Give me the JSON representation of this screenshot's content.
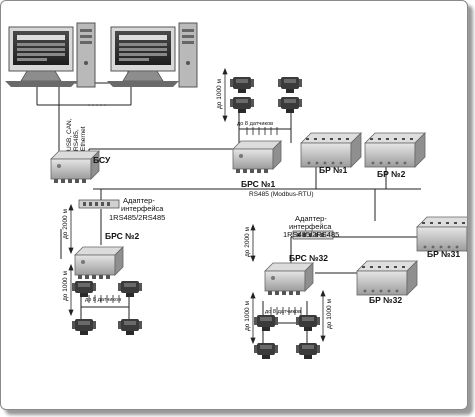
{
  "labels": {
    "bsu": "БСУ",
    "brs1": "БРС №1",
    "br1": "БР №1",
    "br2": "БР №2",
    "brs2": "БРС №2",
    "brs32": "БРС №32",
    "br31": "БР №31",
    "br32": "БР №32",
    "bus": "RS485 (Modbus-RTU)",
    "conn_usb_can": "USB, CAN,",
    "conn_rs485": "RS485,",
    "conn_ethernet": "Ethernet",
    "adapter1_line1": "Адаптер-",
    "adapter1_line2": "интерфейса",
    "adapter1_line3": "1RS485/2RS485",
    "adapter2_line1": "Адаптер-",
    "adapter2_line2": "интерфейса",
    "adapter2_line3": "1RS485/2RS485",
    "up_to_8_a": "до 8 датчиков",
    "up_to_8_b": "до 8 датчиков",
    "up_to_8_c": "до 8 датчиков",
    "d1000_a": "до 1000 м",
    "d1000_b": "до 1000 м",
    "d1000_c": "до 1000 м",
    "d1000_d": "до 1000 м",
    "d2000_a": "до 2000 м",
    "d2000_b": "до 2000 м"
  },
  "colors": {
    "monitor_frame": "#8c8c8c",
    "screen": "#2c2c2c",
    "device": "#b8b8b8",
    "sensor": "#3a3a3a",
    "line": "#222222"
  }
}
